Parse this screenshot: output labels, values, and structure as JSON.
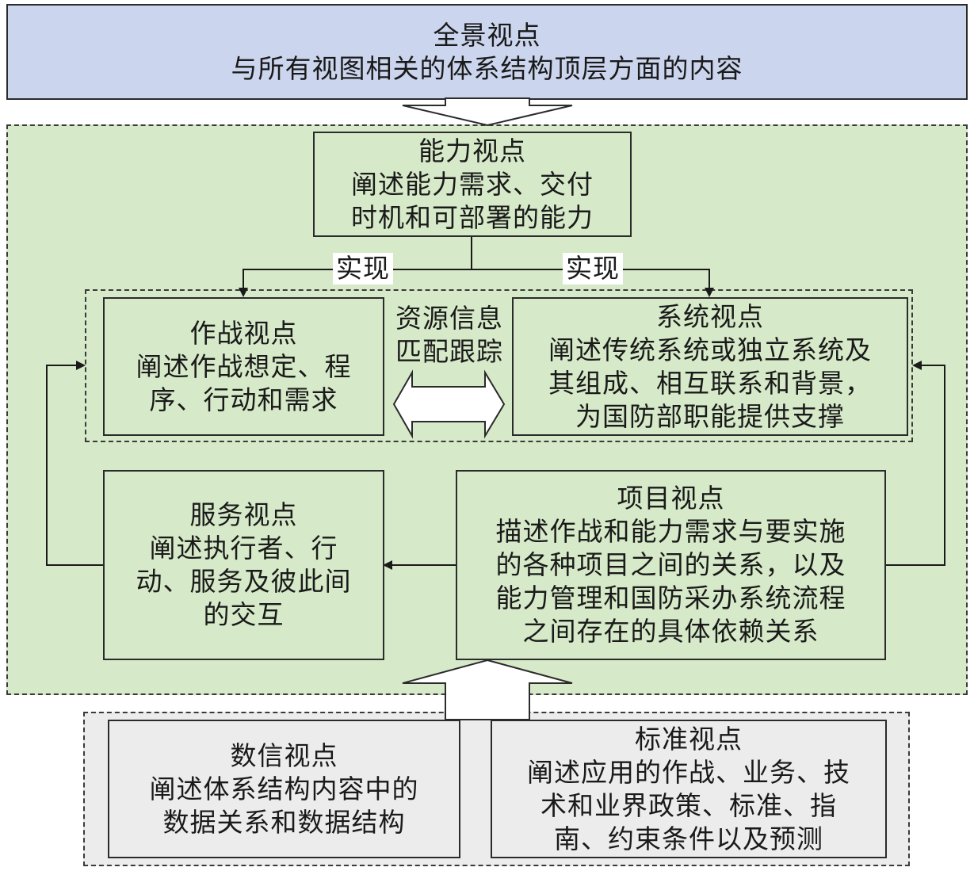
{
  "panorama": {
    "title": "全景视点",
    "line1": "与所有视图相关的体系结构顶层方面的内容"
  },
  "capability": {
    "title": "能力视点",
    "line1": "阐述能力需求、交付",
    "line2": "时机和可部署的能力"
  },
  "realize_left": "实现",
  "realize_right": "实现",
  "operational": {
    "title": "作战视点",
    "line1": "阐述作战想定、程",
    "line2": "序、行动和需求"
  },
  "resource_match": {
    "line1": "资源信息",
    "line2": "匹配跟踪"
  },
  "systems": {
    "title": "系统视点",
    "line1": "阐述传统系统或独立系统及",
    "line2": "其组成、相互联系和背景，",
    "line3": "为国防部职能提供支撑"
  },
  "services": {
    "title": "服务视点",
    "line1": "阐述执行者、行",
    "line2": "动、服务及彼此间",
    "line3": "的交互"
  },
  "project": {
    "title": "项目视点",
    "line1": "描述作战和能力需求与要实施",
    "line2": "的各种项目之间的关系，以及",
    "line3": "能力管理和国防采办系统流程",
    "line4": "之间存在的具体依赖关系"
  },
  "data_info": {
    "title": "数信视点",
    "line1": "阐述体系结构内容中的",
    "line2": "数据关系和数据结构"
  },
  "standards": {
    "title": "标准视点",
    "line1": "阐述应用的作战、业务、技",
    "line2": "术和业界政策、标准、指",
    "line3": "南、约束条件以及预测"
  },
  "colors": {
    "top_fill": "#ccd5ee",
    "middle_fill": "#d6e9c8",
    "bottom_fill": "#ececec",
    "line": "#2b2b2b"
  }
}
